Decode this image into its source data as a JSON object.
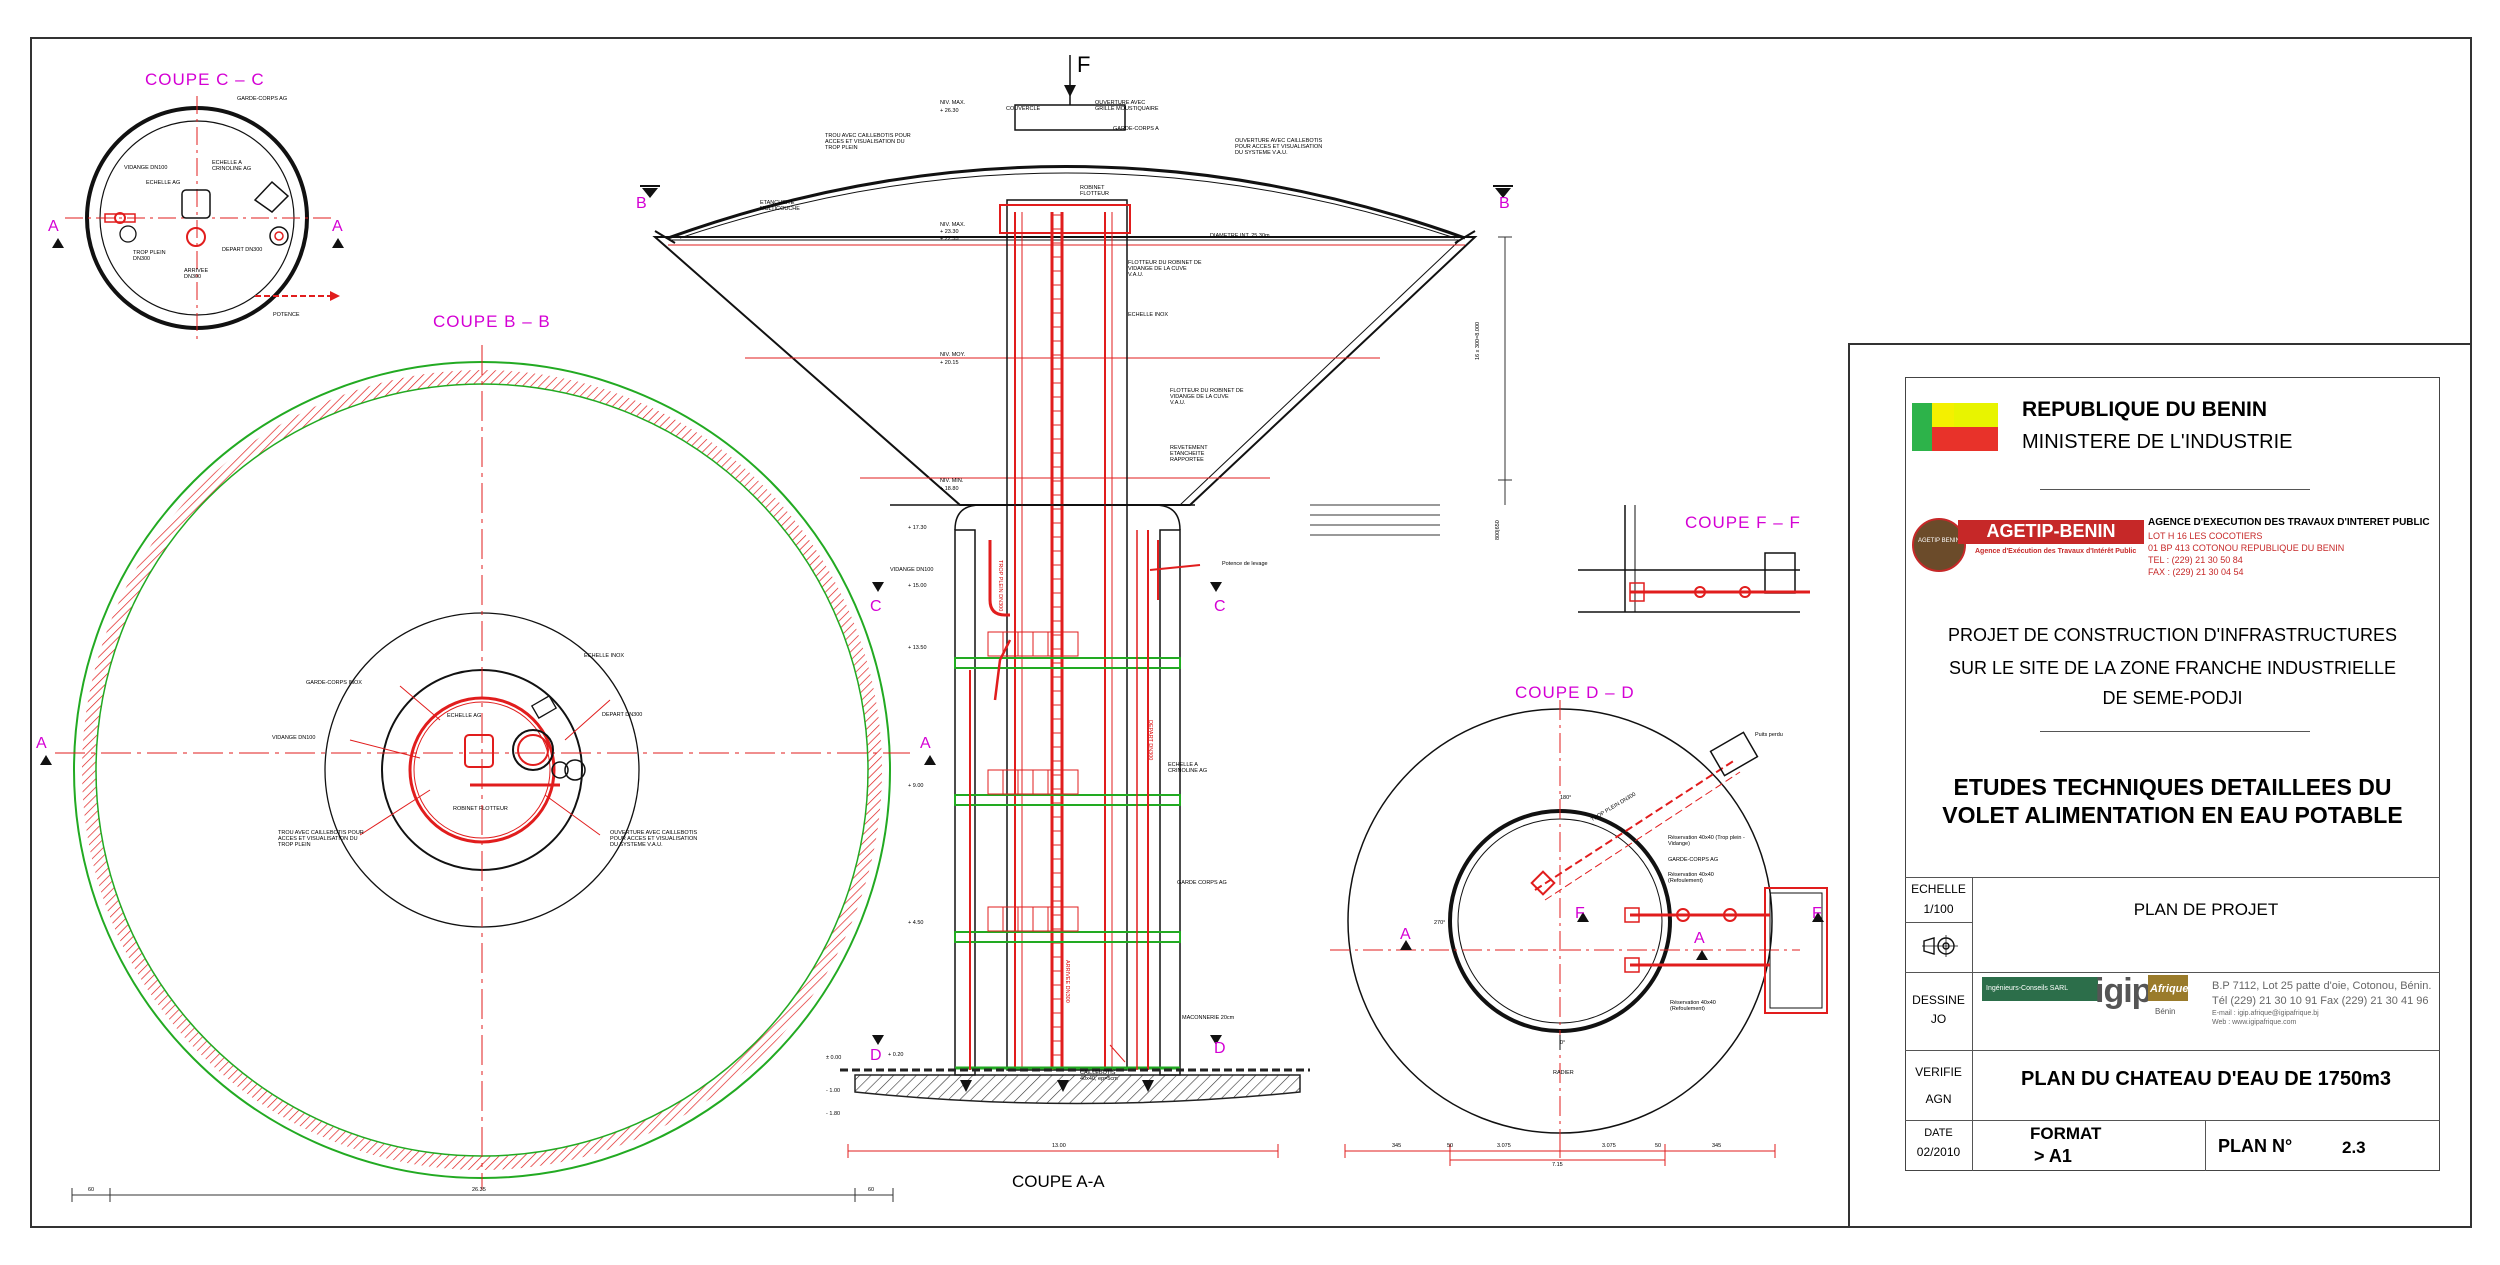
{
  "colors": {
    "line_red": "#e11d1d",
    "section_magenta": "#d400d4",
    "ring_green": "#22aa22",
    "logo_green": "#2db34a",
    "logo_yellow": "#f4f000",
    "logo_red": "#e8322a",
    "agetip_red": "#c62828"
  },
  "drawing": {
    "section_labels": {
      "cc": "COUPE C – C",
      "bb": "COUPE B – B",
      "aa": "COUPE A-A",
      "dd": "COUPE D – D",
      "ff": "COUPE F – F"
    },
    "cut_markers": {
      "a": "A",
      "b": "B",
      "c": "C",
      "d": "D",
      "f": "F"
    },
    "dims": {
      "bb_total": "26.35",
      "bb_edge": "60",
      "aa_total": "13.00",
      "dd_a": "345",
      "dd_b": "50",
      "dd_c": "3.075",
      "dd_d": "3.075",
      "dd_e": "50",
      "dd_f": "345",
      "dd_total": "7.15",
      "cone_height": "16 x 300=8.000",
      "cone_base": "800|650"
    },
    "levels": [
      "+ 26.30",
      "+ 23.30",
      "+ 22.55",
      "+ 20.15",
      "+ 18.80",
      "+ 17.30",
      "+ 15.00",
      "+ 13.50",
      "+ 9.00",
      "+ 4.50",
      "± 0.00",
      "+ 0.20",
      "- 1.00",
      "- 1.80"
    ],
    "level_notes": [
      "NIV. MAX.",
      "NIV. MAX.",
      "NIV. MOY.",
      "NIV. MIN."
    ],
    "annotations": {
      "couvercle": "COUVERCLE",
      "ouverture_grille": "OUVERTURE AVEC GRILLE MOUSTIQUAIRE",
      "garde_corps_a": "GARDE-CORPS A",
      "trou_callebotis": "TROU AVEC CAILLEBOTIS POUR ACCES ET VISUALISATION DU TROP PLEIN",
      "ouverture_vaul": "OUVERTURE AVEC CAILLEBOTIS POUR ACCES ET VISUALISATION DU SYSTEME V.A.U.",
      "etancheite": "ETANCHEITE MULTICOUCHE",
      "robinet": "ROBINET FLOTTEUR",
      "diametre": "DIAMETRE INT. 25.30m",
      "flotteur_1": "FLOTTEUR DU ROBINET DE VIDANGE DE LA CUVE V.A.U.",
      "echelle_inox": "ECHELLE INOX",
      "flotteur_2": "FLOTTEUR DU ROBINET DE VIDANGE DE LA CUVE V.A.U.",
      "revetement": "REVETEMENT ETANCHEITE RAPPORTEE",
      "vidange": "VIDANGE DN100",
      "potence": "Potence de levage",
      "echelle_crinoline": "ECHELLE A CRINOLINE AG",
      "garde_corps_ag": "GARDE CORPS AG",
      "maconnerie": "MACONNERIE 20cm",
      "caillebotis": "CAILLEBOTIS 40x40, ep=5cm",
      "trop_plein": "TROP PLEIN DN300",
      "arrivee": "ARRIVEE DN300",
      "depart": "DEPART DN300",
      "c_garde_corps": "GARDE-CORPS AG",
      "c_echelle": "ECHELLE A CRINOLINE AG",
      "c_vidange": "VIDANGE DN100",
      "c_echelle_ag": "ECHELLE AG",
      "c_trop_plein": "TROP PLEIN DN300",
      "c_depart": "DEPART DN300",
      "c_arrivee": "ARRIVEE DN300",
      "c_potence": "POTENCE",
      "b_garde_corps": "GARDE-CORPS INOX",
      "b_echelle": "ECHELLE INOX",
      "b_vidange": "VIDANGE DN100",
      "b_depart": "DEPART DN300",
      "b_echelle_ag": "ECHELLE AG",
      "b_robinet": "ROBINET FLOTTEUR",
      "b_trou": "TROU AVEC CAILLEBOTIS POUR ACCES ET VISUALISATION DU TROP PLEIN",
      "b_ouverture": "OUVERTURE AVEC CAILLEBOTIS POUR ACCES ET VISUALISATION DU SYSTEME V.A.U.",
      "d_puits": "Puits perdu",
      "d_trop_plein": "TROP PLEIN DN300",
      "d_regard1": "Réservation 40x40 (Trop plein - Vidange)",
      "d_garde": "GARDE-CORPS AG",
      "d_regard2": "Réservation 40x40 (Refoulement)",
      "d_regard3": "Réservation 40x40 (Refoulement)",
      "d_radier": "RADIER",
      "d_a": "270°",
      "d_b": "180°",
      "d_c": "0°"
    }
  },
  "title_block": {
    "country": "REPUBLIQUE DU BENIN",
    "ministry": "MINISTERE DE L'INDUSTRIE",
    "agetip": {
      "name": "AGETIP-BENIN",
      "tagline": "Agence d'Exécution des Travaux d'Intérêt Public",
      "seal": "AGETIP BENIN",
      "agency": "AGENCE D'EXECUTION DES TRAVAUX D'INTERET PUBLIC",
      "lot": "LOT H 16 LES COCOTIERS",
      "bp": "01 BP 413 COTONOU REPUBLIQUE DU BENIN",
      "tel": "TEL : (229) 21 30 50 84",
      "fax": "FAX : (229) 21 30 04 54"
    },
    "project": [
      "PROJET DE  CONSTRUCTION D'INFRASTRUCTURES",
      "SUR LE SITE DE LA ZONE FRANCHE INDUSTRIELLE",
      "DE SEME-PODJI"
    ],
    "study": [
      "ETUDES TECHNIQUES DETAILLEES DU",
      "VOLET ALIMENTATION EN EAU POTABLE"
    ],
    "echelle_label": "ECHELLE",
    "echelle_value": "1/100",
    "plan_type": "PLAN DE PROJET",
    "dessine_label": "DESSINE",
    "dessine_value": "JO",
    "igip": {
      "name_left": "Ingénieurs-Conseils SARL",
      "name_main": "igip",
      "name_sub": "Afrique",
      "country": "Bénin",
      "addr1": "B.P 7112, Lot 25 patte d'oie, Cotonou, Bénin.",
      "addr2": "Tél (229) 21 30 10 91 Fax (229) 21 30 41 96",
      "email": "E-mail : igip.afrique@igipafrique.bj",
      "web": "Web : www.igipafrique.com"
    },
    "verifie_label": "VERIFIE",
    "verifie_value": "AGN",
    "plan_title": "PLAN DU CHATEAU D'EAU DE 1750m3",
    "date_label": "DATE",
    "date_value": "02/2010",
    "format_label": "FORMAT",
    "format_value": "> A1",
    "plan_no_label": "PLAN N°",
    "plan_no_value": "2.3"
  }
}
